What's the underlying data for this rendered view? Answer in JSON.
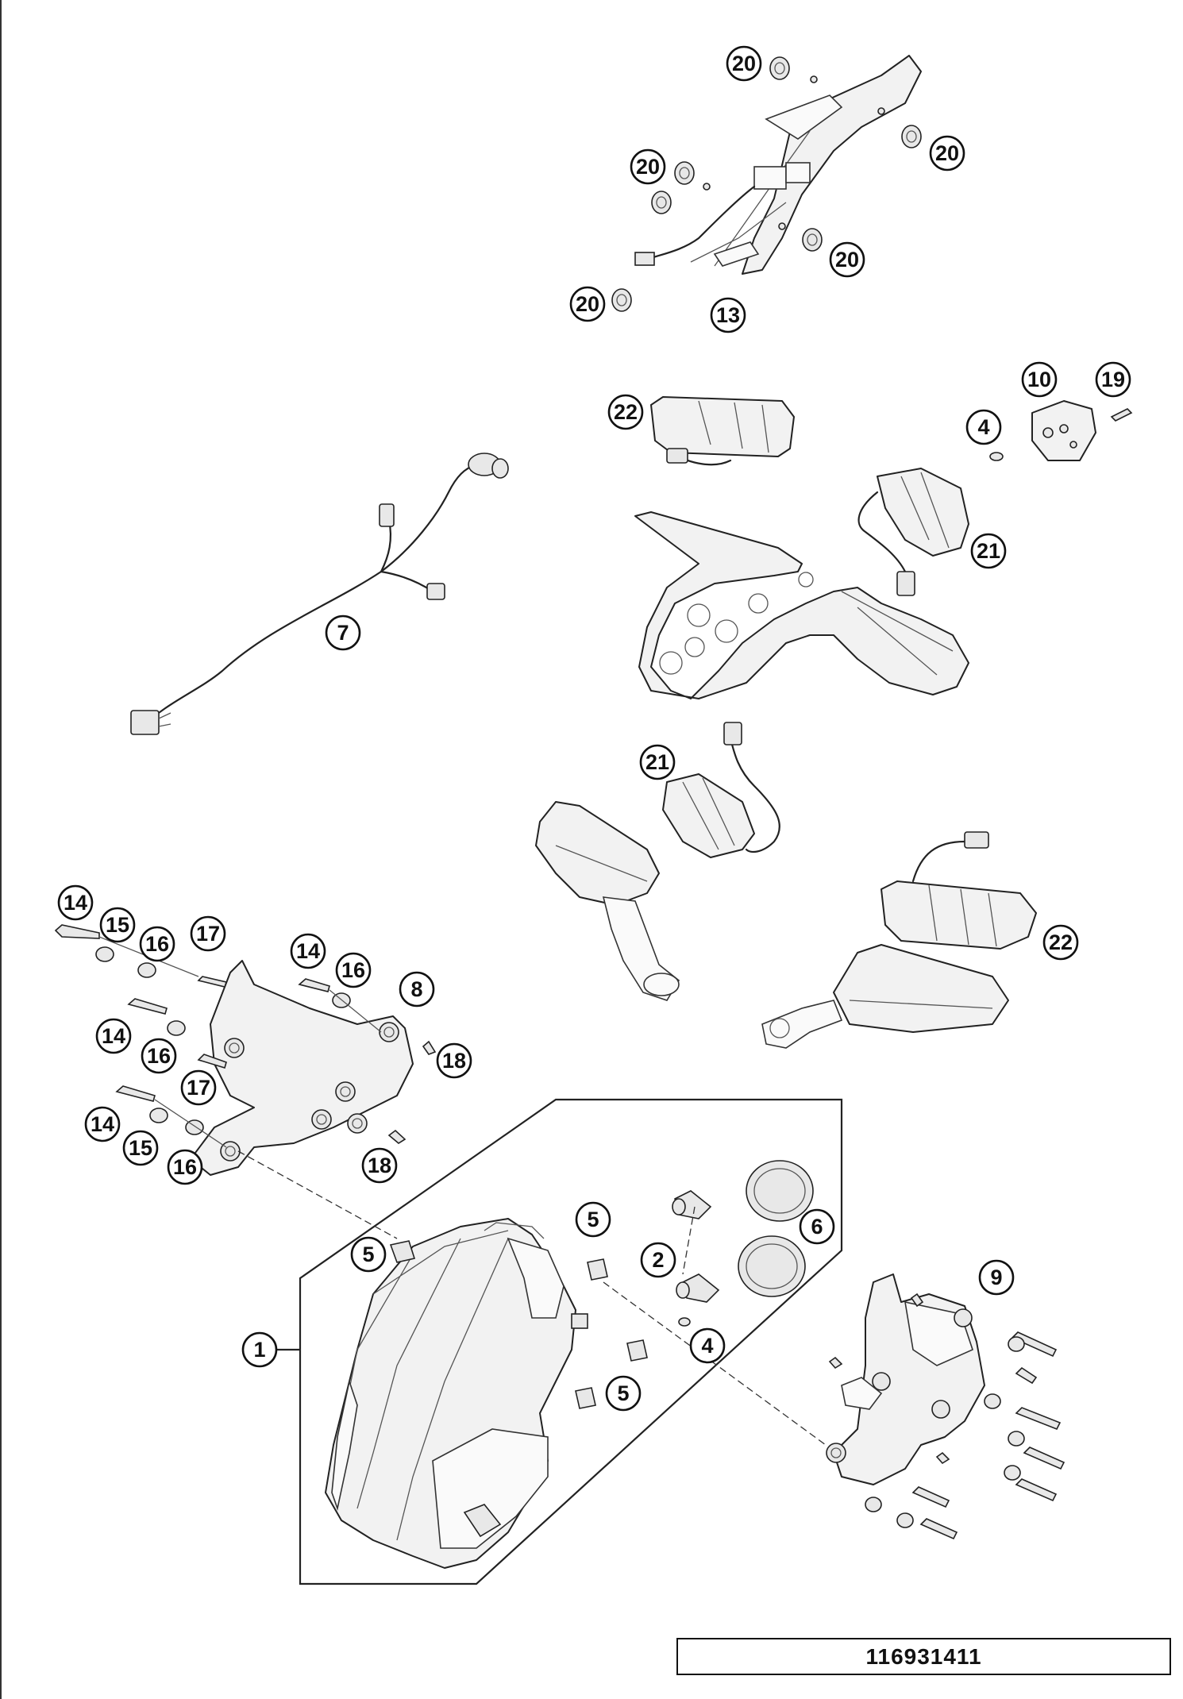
{
  "document_number": "116931411",
  "callouts": [
    {
      "id": "c1",
      "label": "1"
    },
    {
      "id": "c2",
      "label": "2"
    },
    {
      "id": "c4a",
      "label": "4"
    },
    {
      "id": "c4b",
      "label": "4"
    },
    {
      "id": "c5a",
      "label": "5"
    },
    {
      "id": "c5b",
      "label": "5"
    },
    {
      "id": "c5c",
      "label": "5"
    },
    {
      "id": "c6",
      "label": "6"
    },
    {
      "id": "c7",
      "label": "7"
    },
    {
      "id": "c8",
      "label": "8"
    },
    {
      "id": "c9",
      "label": "9"
    },
    {
      "id": "c10",
      "label": "10"
    },
    {
      "id": "c13",
      "label": "13"
    },
    {
      "id": "c14a",
      "label": "14"
    },
    {
      "id": "c14b",
      "label": "14"
    },
    {
      "id": "c14c",
      "label": "14"
    },
    {
      "id": "c14d",
      "label": "14"
    },
    {
      "id": "c15a",
      "label": "15"
    },
    {
      "id": "c15b",
      "label": "15"
    },
    {
      "id": "c16a",
      "label": "16"
    },
    {
      "id": "c16b",
      "label": "16"
    },
    {
      "id": "c16c",
      "label": "16"
    },
    {
      "id": "c16d",
      "label": "16"
    },
    {
      "id": "c17a",
      "label": "17"
    },
    {
      "id": "c17b",
      "label": "17"
    },
    {
      "id": "c18a",
      "label": "18"
    },
    {
      "id": "c18b",
      "label": "18"
    },
    {
      "id": "c19",
      "label": "19"
    },
    {
      "id": "c20a",
      "label": "20"
    },
    {
      "id": "c20b",
      "label": "20"
    },
    {
      "id": "c20c",
      "label": "20"
    },
    {
      "id": "c20d",
      "label": "20"
    },
    {
      "id": "c20e",
      "label": "20"
    },
    {
      "id": "c21a",
      "label": "21"
    },
    {
      "id": "c21b",
      "label": "21"
    },
    {
      "id": "c22a",
      "label": "22"
    },
    {
      "id": "c22b",
      "label": "22"
    }
  ]
}
